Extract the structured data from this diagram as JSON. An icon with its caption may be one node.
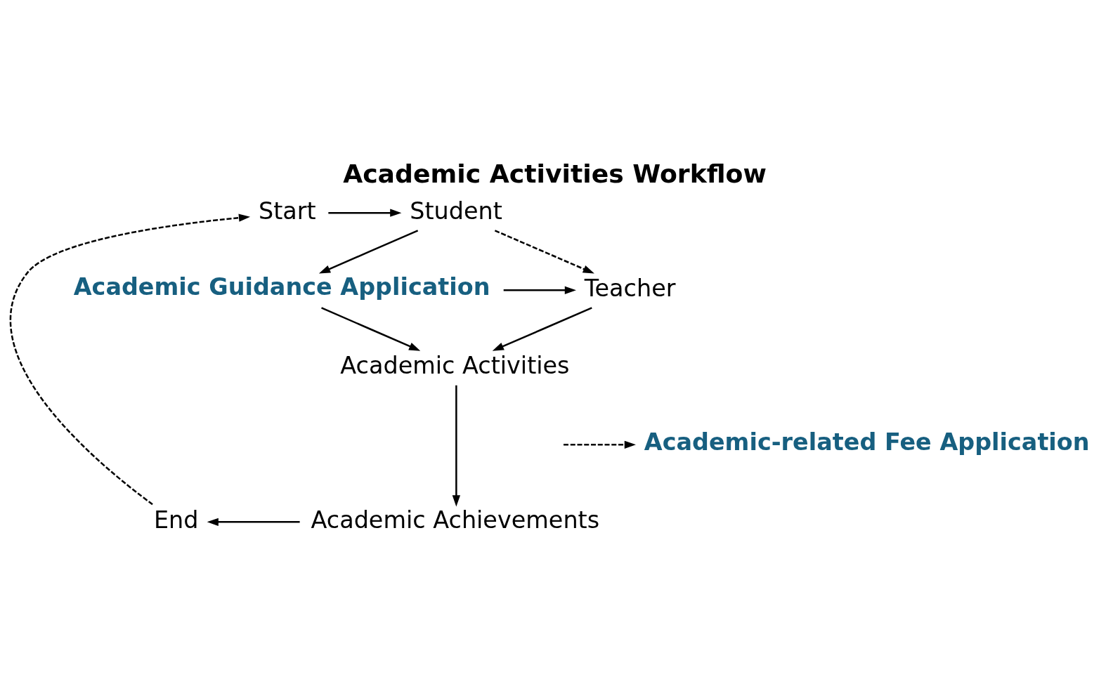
{
  "diagram": {
    "title": "Academic Activities Workflow",
    "nodes": [
      {
        "text": [
          "Start"
        ]
      },
      {
        "text": [
          "Student"
        ]
      },
      {
        "text": [
          "Academic Guidance Application"
        ]
      },
      {
        "text": [
          "Teacher"
        ]
      },
      {
        "text": [
          "Academic Activities"
        ]
      },
      {
        "text": [
          "Academic-related Fee Application"
        ]
      },
      {
        "text": [
          "Academic Achievements"
        ]
      },
      {
        "text": [
          "End"
        ]
      }
    ],
    "edges": [
      {
        "from": 0,
        "to": 1,
        "arrow": "to"
      },
      {
        "from": 1,
        "to": 3,
        "arrow": "to",
        "style": "dashed"
      },
      {
        "from": 1,
        "to": 2,
        "arrow": "to"
      },
      {
        "from": 2,
        "to": 3,
        "arrow": "to"
      },
      {
        "from": 3,
        "to": 4,
        "arrow": "to"
      },
      {
        "from": 2,
        "to": 4,
        "arrow": "to"
      },
      {
        "from": 4,
        "to": 6,
        "arrow": "to"
      },
      {
        "from": null,
        "to": 5,
        "arrow": "to",
        "style": "dashed"
      },
      {
        "from": 6,
        "to": 7,
        "arrow": "to"
      },
      {
        "from": 7,
        "to": 0,
        "arrow": "to",
        "style": "dashed"
      }
    ]
  }
}
